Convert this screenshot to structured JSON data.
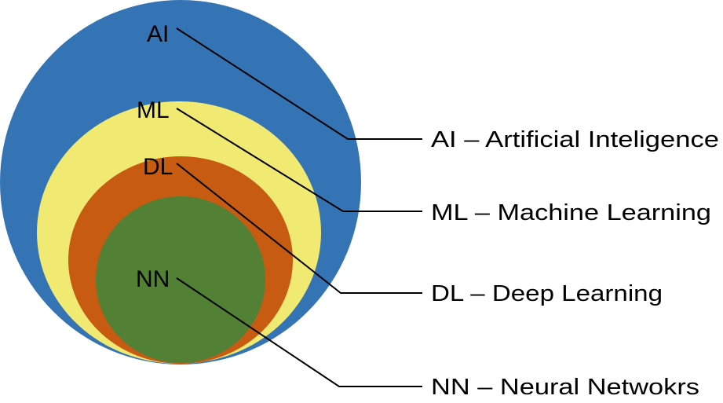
{
  "layers": [
    {
      "id": "ai",
      "label": "AI",
      "description": "AI – Artificial Inteligence",
      "color": "#3574B4"
    },
    {
      "id": "ml",
      "label": "ML",
      "description": "ML – Machine Learning",
      "color": "#F1EA72"
    },
    {
      "id": "dl",
      "label": "DL",
      "description": "DL – Deep Learning",
      "color": "#C75B12"
    },
    {
      "id": "nn",
      "label": "NN",
      "description": "NN – Neural Netwokrs",
      "color": "#528135"
    }
  ]
}
